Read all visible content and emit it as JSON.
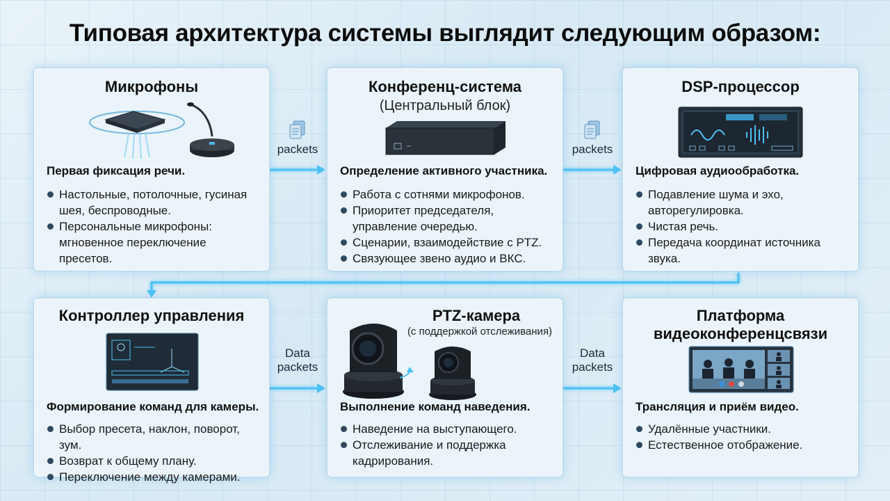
{
  "title": "Типовая архитектура системы выглядит следующим образом:",
  "colors": {
    "accent_glow": "#49b7f0",
    "bullet": "#2e4a61",
    "card_bg": "#ecf4fa"
  },
  "connectors": {
    "top_left": "packets",
    "top_right": "packets",
    "bottom_left_line1": "Data",
    "bottom_left_line2": "packets",
    "bottom_right_line1": "Data",
    "bottom_right_line2": "packets"
  },
  "cards": {
    "mics": {
      "title": "Микрофоны",
      "lead": "Первая фиксация речи.",
      "bullets": [
        "Настольные, потолочные, гусиная шея, беспроводные.",
        "Персональные микрофоны: мгновенное переключение пресетов."
      ]
    },
    "conf": {
      "title": "Конференц-система",
      "subtitle": "(Центральный блок)",
      "lead": "Определение активного участника.",
      "bullets": [
        "Работа с сотнями микрофонов.",
        "Приоритет председателя, управление очередью.",
        "Сценарии, взаимодействие с PTZ.",
        "Связующее звено аудио и ВКС."
      ]
    },
    "dsp": {
      "title": "DSP-процессор",
      "lead": "Цифровая аудиообработка.",
      "bullets": [
        "Подавление шума и эхо, авторегулировка.",
        "Чистая речь.",
        "Передача координат источника звука."
      ]
    },
    "ctrl": {
      "title": "Контроллер управления",
      "lead": "Формирование команд для камеры.",
      "bullets": [
        "Выбор пресета, наклон, поворот, зум.",
        "Возврат к общему плану.",
        "Переключение между камерами."
      ]
    },
    "ptz": {
      "title": "PTZ-камера",
      "subtitle": "(с поддержкой отслеживания)",
      "lead": "Выполнение команд наведения.",
      "bullets": [
        "Наведение на выступающего.",
        "Отслеживание и поддержка кадрирования."
      ]
    },
    "vks": {
      "title_line1": "Платформа",
      "title_line2": "видеоконференцсвязи",
      "lead": "Трансляция и приём видео.",
      "bullets": [
        "Удалённые участники.",
        "Естественное отображение."
      ]
    }
  }
}
